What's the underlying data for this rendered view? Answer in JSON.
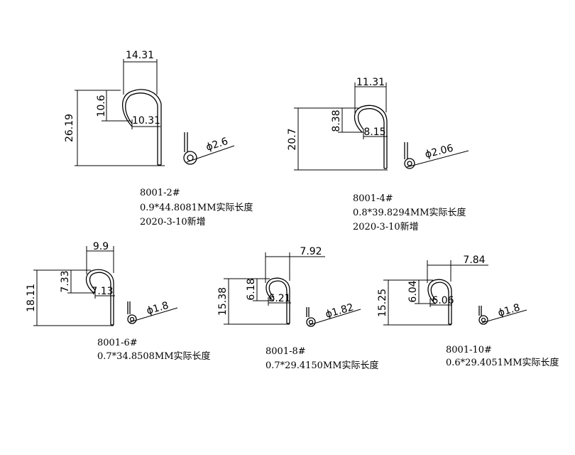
{
  "hooks": [
    {
      "id": "8001-2",
      "model": "8001-2#",
      "spec": "0.9*44.8081MM实际长度",
      "date": "2020-3-10新增",
      "width_top": "14.31",
      "height_total": "26.19",
      "height_inner": "10.6",
      "width_inner": "10.31",
      "eye_diameter": "ϕ2.6"
    },
    {
      "id": "8001-4",
      "model": "8001-4#",
      "spec": "0.8*39.8294MM实际长度",
      "date": "2020-3-10新增",
      "width_top": "11.31",
      "height_total": "20.7",
      "height_inner": "8.38",
      "width_inner": "8.15",
      "eye_diameter": "ϕ2.06"
    },
    {
      "id": "8001-6",
      "model": "8001-6#",
      "spec": "0.7*34.8508MM实际长度",
      "width_top": "9.9",
      "height_total": "18.11",
      "height_inner": "7.33",
      "width_inner": "7.13",
      "eye_diameter": "ϕ1.8"
    },
    {
      "id": "8001-8",
      "model": "8001-8#",
      "spec": "0.7*29.4150MM实际长度",
      "width_top": "7.92",
      "height_total": "15.38",
      "height_inner": "6.18",
      "width_inner": "6.21",
      "eye_diameter": "ϕ1.82"
    },
    {
      "id": "8001-10",
      "model": "8001-10#",
      "spec": "0.6*29.4051MM实际长度",
      "width_top": "7.84",
      "height_total": "15.25",
      "height_inner": "6.04",
      "width_inner": "6.06",
      "eye_diameter": "ϕ1.8"
    }
  ]
}
